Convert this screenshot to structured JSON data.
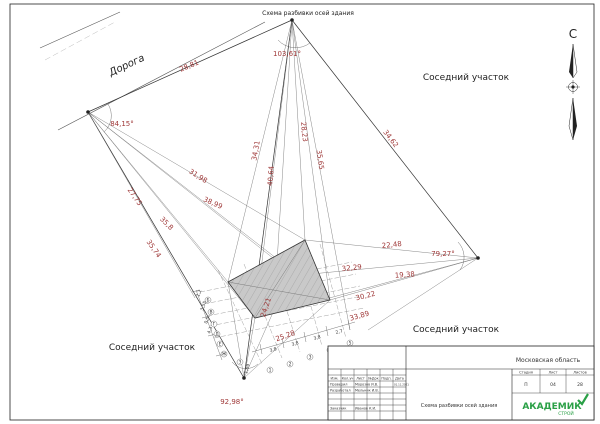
{
  "top_title": "Схема разбивки осей здания",
  "road": "Дорога",
  "neighbors": {
    "right_top": "Соседний участок",
    "right_bottom": "Соседний участок",
    "left": "Соседний участок"
  },
  "north": "С",
  "dimensions": {
    "d2881": "28,81",
    "d3462": "34,62",
    "d3431": "34,31",
    "d2823": "28,23",
    "d3565": "35,65",
    "d4064": "40,64",
    "d3198": "31,98",
    "d3899": "38,99",
    "d2775": "27,75",
    "d3574": "35,74",
    "d358": "35,8",
    "d2248": "22,48",
    "d3229": "32,29",
    "d1938": "19,38",
    "d3022": "30,22",
    "d3389": "33,89",
    "d2421": "24,21",
    "d2528": "25,28"
  },
  "angles": {
    "top": "103,61°",
    "left": "84,15°",
    "right": "79,27°",
    "bottom": "92,98°"
  },
  "small_dims": [
    "1,2",
    "3,55",
    "0,5",
    "4,3",
    "3,8",
    "3,8",
    "3,8",
    "2,7",
    "1,69"
  ],
  "axis_letters": [
    "Б",
    "В",
    "Г",
    "Д",
    "Е",
    "Ж",
    "З"
  ],
  "axis_numbers": [
    "1",
    "2",
    "3",
    "4",
    "5"
  ],
  "title_block": {
    "org": "Московская область",
    "drawing": "Схема разбивки осей здания",
    "header": [
      "Изм.",
      "Кол.уч",
      "Лист",
      "№Док",
      "Подп.",
      "Дата"
    ],
    "rows": [
      {
        "role": "Проверил",
        "name": "Морозов И.В.",
        "date": "01.11.2021"
      },
      {
        "role": "Разработал",
        "name": "Мельник И.В.",
        "date": ""
      },
      {
        "role": "Заказчик",
        "name": "Иванов К.И.",
        "date": ""
      }
    ],
    "stage_label": "Стадия",
    "sheet_label": "Лист",
    "sheets_label": "Листов",
    "stage": "П",
    "sheet": "04",
    "sheets": "28",
    "company": "АКАДЕМИК",
    "company_sub": "СТРОЙ"
  },
  "colors": {
    "dim": "#a03a3a",
    "brand": "#2aa046"
  }
}
